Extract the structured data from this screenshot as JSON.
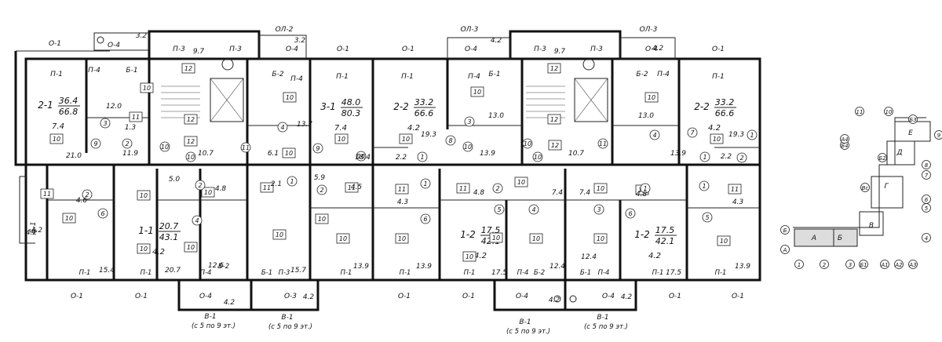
{
  "plan": {
    "balconies": [
      {
        "id": "b1",
        "label": "О-1"
      },
      {
        "id": "b2",
        "label": "О-4"
      },
      {
        "id": "b3",
        "label": "ОЛ-2"
      },
      {
        "id": "b4",
        "label": "О-4"
      },
      {
        "id": "b5",
        "label": "О-1"
      },
      {
        "id": "b6",
        "label": "О-1"
      },
      {
        "id": "b7",
        "label": "ОЛ-3"
      },
      {
        "id": "b8",
        "label": "О-4"
      },
      {
        "id": "b9",
        "label": "ОЛ-3"
      },
      {
        "id": "b10",
        "label": "О-4"
      },
      {
        "id": "b11",
        "label": "О-1"
      },
      {
        "id": "b12",
        "label": "О-1"
      },
      {
        "id": "b13",
        "label": "О-1"
      },
      {
        "id": "b14",
        "label": "О-4"
      },
      {
        "id": "b15",
        "label": "О-3"
      },
      {
        "id": "b16",
        "label": "О-1"
      },
      {
        "id": "b17",
        "label": "О-1"
      },
      {
        "id": "b18",
        "label": "О-4"
      },
      {
        "id": "b19",
        "label": "О-4"
      },
      {
        "id": "b20",
        "label": "О-1"
      },
      {
        "id": "b21",
        "label": "О-1"
      }
    ],
    "windows": [
      {
        "id": "w1",
        "label": "П-3"
      },
      {
        "id": "w2",
        "label": "П-3"
      },
      {
        "id": "w3",
        "label": "П-1"
      },
      {
        "id": "w4",
        "label": "П-4"
      },
      {
        "id": "w5",
        "label": "Б-1"
      },
      {
        "id": "w6",
        "label": "Б-2"
      },
      {
        "id": "w7",
        "label": "П-4"
      },
      {
        "id": "w8",
        "label": "П-1"
      },
      {
        "id": "w9",
        "label": "П-1"
      },
      {
        "id": "w10",
        "label": "П-4"
      },
      {
        "id": "w11",
        "label": "Б-1"
      },
      {
        "id": "w12",
        "label": "П-3"
      },
      {
        "id": "w13",
        "label": "П-3"
      },
      {
        "id": "w14",
        "label": "Б-2"
      },
      {
        "id": "w15",
        "label": "П-4"
      },
      {
        "id": "w16",
        "label": "П-1"
      },
      {
        "id": "w17",
        "label": "П-1"
      },
      {
        "id": "w18",
        "label": "П-1"
      },
      {
        "id": "w19",
        "label": "П-4"
      },
      {
        "id": "w20",
        "label": "Б-2"
      },
      {
        "id": "w21",
        "label": "Б-1"
      },
      {
        "id": "w22",
        "label": "П-3"
      },
      {
        "id": "w23",
        "label": "П-1"
      },
      {
        "id": "w24",
        "label": "П-1"
      },
      {
        "id": "w25",
        "label": "П-1"
      },
      {
        "id": "w26",
        "label": "П-4"
      },
      {
        "id": "w27",
        "label": "Б-2"
      },
      {
        "id": "w28",
        "label": "Б-1"
      },
      {
        "id": "w29",
        "label": "П-4"
      },
      {
        "id": "w30",
        "label": "П-1"
      },
      {
        "id": "w31",
        "label": "П-1"
      },
      {
        "id": "w32",
        "label": "Б-1"
      }
    ],
    "apartments": [
      {
        "id": "a1",
        "type": "2-1",
        "living": "36.4",
        "total": "66.8",
        "balcony": "7.4"
      },
      {
        "id": "a2",
        "type": "3-1",
        "living": "48.0",
        "total": "80.3",
        "balcony": "7.4"
      },
      {
        "id": "a3",
        "type": "2-2",
        "living": "33.2",
        "total": "66.6",
        "balcony": "4.2"
      },
      {
        "id": "a4",
        "type": "2-2",
        "living": "33.2",
        "total": "66.6",
        "balcony": "4.2"
      },
      {
        "id": "a5",
        "type": "1-1",
        "living": "20.7",
        "total": "43.1",
        "balcony": "4.2"
      },
      {
        "id": "a6",
        "type": "1-2",
        "living": "17.5",
        "total": "42.1",
        "balcony": "4.2"
      },
      {
        "id": "a7",
        "type": "1-2",
        "living": "17.5",
        "total": "42.1",
        "balcony": "4.2"
      }
    ],
    "boxes": [
      "10",
      "12",
      "11",
      "9.7",
      "13",
      "3.2",
      "4.2"
    ],
    "circles": [
      "1",
      "2",
      "3",
      "4",
      "5",
      "6",
      "7",
      "8",
      "9",
      "10",
      "11"
    ],
    "areas": [
      {
        "id": "r1",
        "v": "3.2"
      },
      {
        "id": "r2",
        "v": "9.7"
      },
      {
        "id": "r3",
        "v": "3.2"
      },
      {
        "id": "r4",
        "v": "4.2"
      },
      {
        "id": "r5",
        "v": "9.7"
      },
      {
        "id": "r6",
        "v": "4.2"
      },
      {
        "id": "r7",
        "v": "12.0"
      },
      {
        "id": "r8",
        "v": "13.7"
      },
      {
        "id": "r9",
        "v": "13.0"
      },
      {
        "id": "r10",
        "v": "13.0"
      },
      {
        "id": "r11",
        "v": "19.3"
      },
      {
        "id": "r12",
        "v": "19.3"
      },
      {
        "id": "r13",
        "v": "21.0"
      },
      {
        "id": "r14",
        "v": "11.9"
      },
      {
        "id": "r15",
        "v": "10.7"
      },
      {
        "id": "r16",
        "v": "6.1"
      },
      {
        "id": "r17",
        "v": "18.4"
      },
      {
        "id": "r18",
        "v": "2.2"
      },
      {
        "id": "r19",
        "v": "13.9"
      },
      {
        "id": "r20",
        "v": "10.7"
      },
      {
        "id": "r21",
        "v": "13.9"
      },
      {
        "id": "r22",
        "v": "2.2"
      },
      {
        "id": "r23",
        "v": "5.0"
      },
      {
        "id": "r24",
        "v": "4.8"
      },
      {
        "id": "r25",
        "v": "2.1"
      },
      {
        "id": "r26",
        "v": "5.9"
      },
      {
        "id": "r27",
        "v": "4.5"
      },
      {
        "id": "r28",
        "v": "4.8"
      },
      {
        "id": "r29",
        "v": "4.8"
      },
      {
        "id": "r30",
        "v": "4.6"
      },
      {
        "id": "r31",
        "v": "4.3"
      },
      {
        "id": "r32",
        "v": "7.4"
      },
      {
        "id": "r33",
        "v": "7.4"
      },
      {
        "id": "r34",
        "v": "4.3"
      },
      {
        "id": "r35",
        "v": "15.4"
      },
      {
        "id": "r36",
        "v": "20.7"
      },
      {
        "id": "r37",
        "v": "12.6"
      },
      {
        "id": "r38",
        "v": "15.7"
      },
      {
        "id": "r39",
        "v": "13.9"
      },
      {
        "id": "r40",
        "v": "13.9"
      },
      {
        "id": "r41",
        "v": "17.5"
      },
      {
        "id": "r42",
        "v": "12.4"
      },
      {
        "id": "r43",
        "v": "12.4"
      },
      {
        "id": "r44",
        "v": "17.5"
      },
      {
        "id": "r45",
        "v": "13.9"
      },
      {
        "id": "r46",
        "v": "1.3"
      },
      {
        "id": "r47",
        "v": "4.2"
      },
      {
        "id": "r48",
        "v": "4.2"
      },
      {
        "id": "r49",
        "v": "4.2"
      },
      {
        "id": "r50",
        "v": "4.2"
      },
      {
        "id": "r51",
        "v": "4.2"
      }
    ],
    "bottom_windows": [
      {
        "id": "bw1",
        "label": "П-1"
      },
      {
        "id": "bw2",
        "label": "П-1"
      },
      {
        "id": "bw3",
        "label": "П-4"
      },
      {
        "id": "bw4",
        "label": "Б-2"
      },
      {
        "id": "bw5",
        "label": "Б-1"
      },
      {
        "id": "bw6",
        "label": "П-3"
      },
      {
        "id": "bw7",
        "label": "П-1"
      },
      {
        "id": "bw8",
        "label": "П-1"
      },
      {
        "id": "bw9",
        "label": "П-1"
      },
      {
        "id": "bw10",
        "label": "П-4"
      },
      {
        "id": "bw11",
        "label": "Б-2"
      },
      {
        "id": "bw12",
        "label": "Б-1"
      },
      {
        "id": "bw13",
        "label": "П-4"
      },
      {
        "id": "bw14",
        "label": "П-1"
      },
      {
        "id": "bw15",
        "label": "П-1"
      }
    ],
    "side_labels": {
      "b1": "Б-1",
      "area": "4.2"
    },
    "entrances": [
      {
        "id": "e1",
        "label": "В-1",
        "note": "(с 5 по 9 эт.)"
      },
      {
        "id": "e2",
        "label": "В-1",
        "note": "(с 5 по 9 эт.)"
      },
      {
        "id": "e3",
        "label": "В-1",
        "note": "(с 5 по 9 эт.)"
      },
      {
        "id": "e4",
        "label": "В-1",
        "note": "(с 5 по 9 эт.)"
      }
    ]
  },
  "key_plan": {
    "sections": [
      "А",
      "Б",
      "В",
      "Г",
      "Д",
      "Е"
    ],
    "axes": [
      "Б",
      "А",
      "1",
      "2",
      "3",
      "Б1",
      "А1",
      "А2",
      "А3",
      "Б4",
      "А4",
      "11",
      "10",
      "Б3",
      "9",
      "Б2",
      "8",
      "7",
      "Вс",
      "6",
      "5",
      "4"
    ]
  }
}
